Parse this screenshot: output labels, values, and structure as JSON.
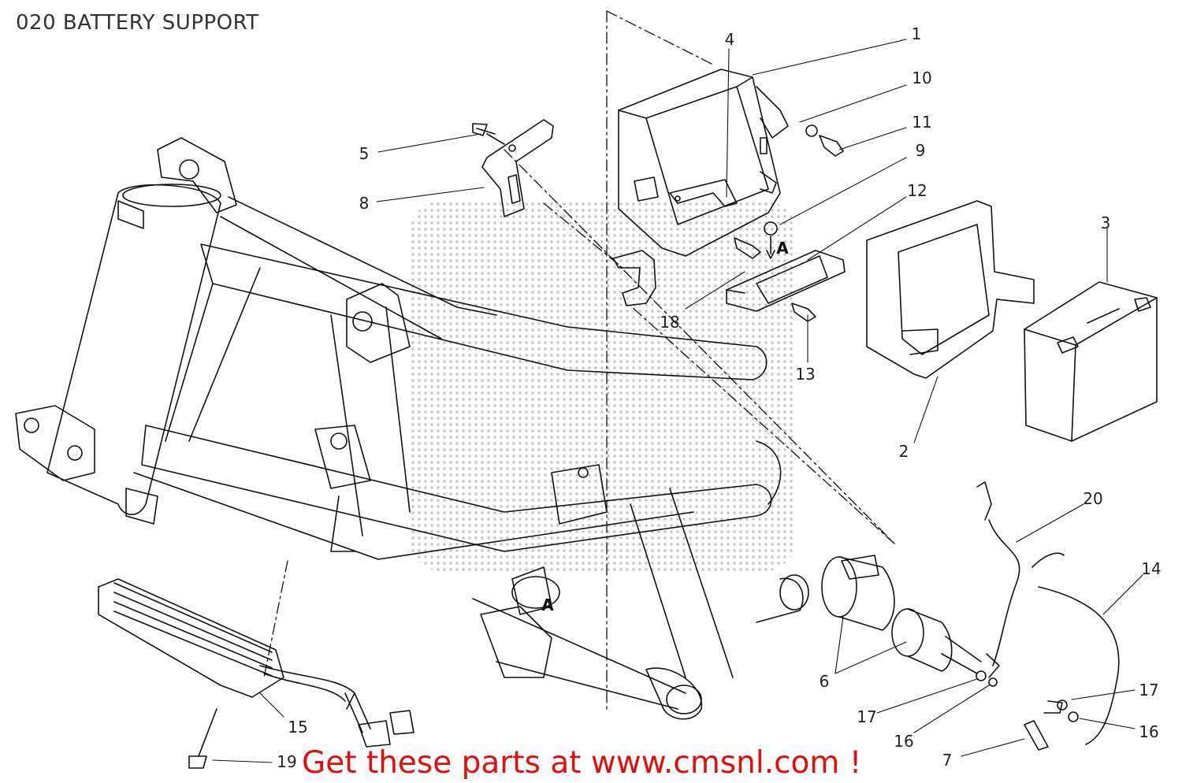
{
  "title": "020 BATTERY SUPPORT",
  "promo": "Get these parts at www.cmsnl.com !",
  "callouts": {
    "c1": "1",
    "c2": "2",
    "c3": "3",
    "c4": "4",
    "c5": "5",
    "c6": "6",
    "c7": "7",
    "c8": "8",
    "c9": "9",
    "c10": "10",
    "c11": "11",
    "c12": "12",
    "c13": "13",
    "c14": "14",
    "c15": "15",
    "c16a": "16",
    "c16b": "16",
    "c17a": "17",
    "c17b": "17",
    "c18": "18",
    "c19": "19",
    "c20": "20"
  },
  "markers": {
    "a1": "A",
    "a2": "A"
  },
  "colors": {
    "promo": "#e20d0d",
    "line": "#111111",
    "text": "#222222"
  }
}
